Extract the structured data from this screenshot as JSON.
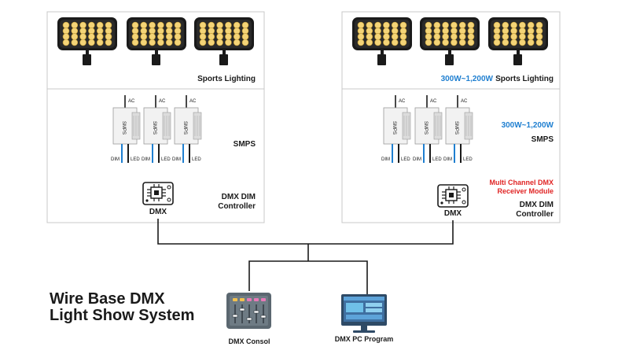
{
  "title": {
    "line1": "Wire Base DMX",
    "line2": "Light Show System"
  },
  "left_system": {
    "lighting_label": "Sports Lighting",
    "smps_label": "SMPS",
    "controller_label_line1": "DMX DIM",
    "controller_label_line2": "Controller"
  },
  "right_system": {
    "power_range_lighting": "300W~1,200W",
    "lighting_label": "Sports Lighting",
    "power_range_smps": "300W~1,200W",
    "smps_label": "SMPS",
    "receiver_label_line1": "Multi Channel DMX",
    "receiver_label_line2": "Receiver Module",
    "controller_label_line1": "DMX DIM",
    "controller_label_line2": "Controller"
  },
  "smps_unit": {
    "input_label": "AC",
    "body_label": "SMPS",
    "dim_label": "DIM",
    "led_label": "LED"
  },
  "dmx_module_label": "DMX",
  "devices": {
    "console_label": "DMX Consol",
    "pc_label": "DMX PC Program"
  },
  "colors": {
    "accent_blue": "#1f7fd0",
    "accent_red": "#e02424",
    "led_yellow": "#f4d477",
    "frame_dark": "#1a1a1a",
    "panel_border": "#c8c8c8"
  }
}
